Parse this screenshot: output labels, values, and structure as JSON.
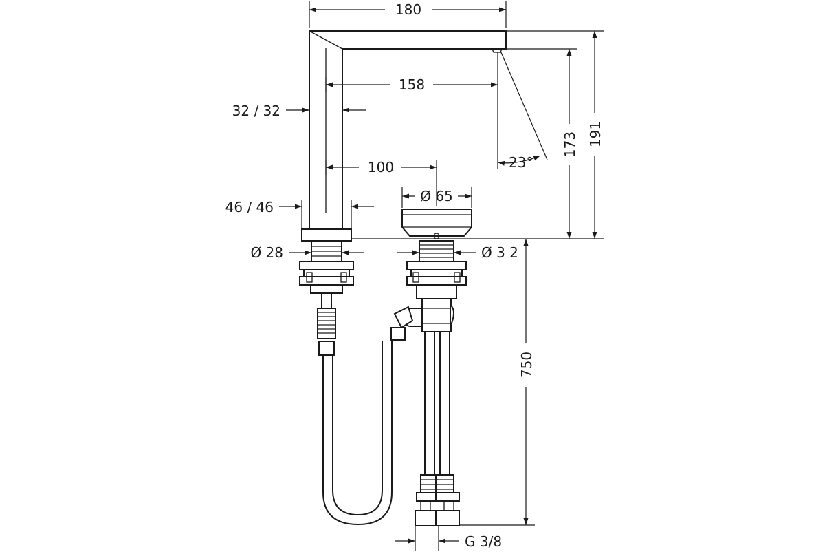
{
  "dimensions": {
    "spout_width": "180",
    "spout_reach": "158",
    "handle_offset": "100",
    "handle_diameter": "Ø 65",
    "spout_tube": "32 / 32",
    "spout_base": "46 / 46",
    "spout_shank": "Ø 28",
    "handle_shank": "Ø 3 2",
    "spray_angle": "23°",
    "outlet_height": "173",
    "total_height": "191",
    "hose_length": "750",
    "connection_thread": "G 3/8"
  }
}
